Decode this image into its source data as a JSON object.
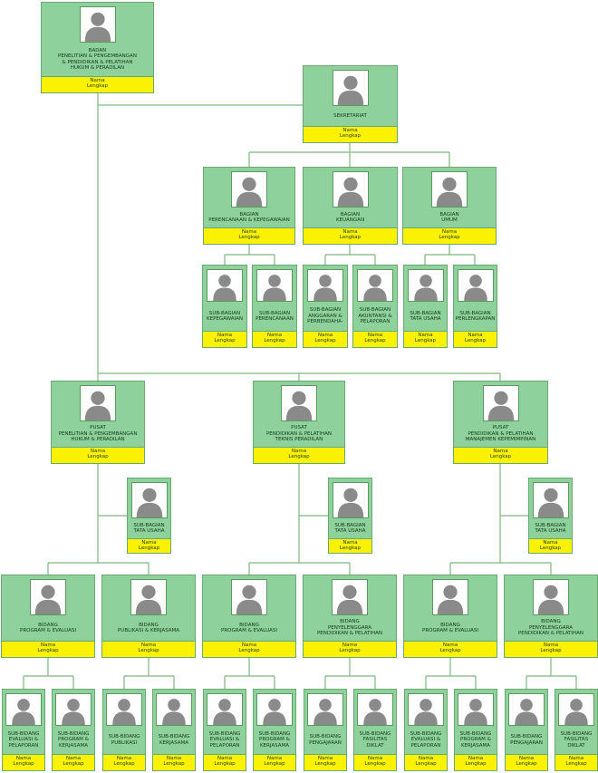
{
  "colors": {
    "box": "#8fd19c",
    "border": "#6aa86f",
    "name_band": "#fbf203",
    "line": "#7cb87f",
    "avatar": "#8a8a8a"
  },
  "icon": "person-silhouette-icon",
  "name_placeholder": "Nama\nLengkap",
  "boxes": [
    {
      "id": "badan",
      "title": "BADAN\nPENELITIAN & PENGEMBANGAN\n& PENDIDIKAN & PELATIHAN\nHUKUM & PERADILAN",
      "name": "Nama\nLengkap"
    },
    {
      "id": "sekretariat",
      "title": "SEKRETARIAT",
      "name": "Nama\nLengkap"
    },
    {
      "id": "bagian-perencanaan",
      "title": "BAGIAN\nPERENCANAAN & KEPEGAWAIAN",
      "name": "Nama\nLengkap"
    },
    {
      "id": "bagian-keuangan",
      "title": "BAGIAN\nKEUANGAN",
      "name": "Nama\nLengkap"
    },
    {
      "id": "bagian-umum",
      "title": "BAGIAN\nUMUM",
      "name": "Nama\nLengkap"
    },
    {
      "id": "sb-kepegawaian",
      "title": "SUB-BAGIAN\nKEPEGAWAIAN",
      "name": "Nama\nLengkap"
    },
    {
      "id": "sb-perencanaan",
      "title": "SUB-BAGIAN\nPERENCANAAN",
      "name": "Nama\nLengkap"
    },
    {
      "id": "sb-anggaran",
      "title": "SUB-BAGIAN\nANGGARAN &\nPERBENDAHA-",
      "name": "Nama\nLengkap"
    },
    {
      "id": "sb-akuntansi",
      "title": "SUB-BAGIAN\nAKUNTANSI &\nPELAPORAN",
      "name": "Nama\nLengkap"
    },
    {
      "id": "sb-tatausaha",
      "title": "SUB-BAGIAN\nTATA USAHA",
      "name": "Nama\nLengkap"
    },
    {
      "id": "sb-perlengkapan",
      "title": "SUB-BAGIAN\nPERLENGKAPAN",
      "name": "Nama\nLengkap"
    },
    {
      "id": "pusat-litbang",
      "title": "PUSAT\nPENELITIAN & PENGEMBANGAN\nHUKUM & PERADILAN",
      "name": "Nama\nLengkap"
    },
    {
      "id": "pusat-diklat-teknis",
      "title": "PUSAT\nPENDIDIKAN & PELATIHAN\nTEKNIS PERADILAN",
      "name": "Nama\nLengkap"
    },
    {
      "id": "pusat-diklat-manajemen",
      "title": "PUSAT\nPENDIDIKAN & PELATIHAN\nMANAJEMEN KEPEMIMPINAN",
      "name": "Nama\nLengkap"
    },
    {
      "id": "tu-1",
      "title": "SUB-BAGIAN\nTATA USAHA",
      "name": "Nama\nLengkap"
    },
    {
      "id": "tu-2",
      "title": "SUB-BAGIAN\nTATA USAHA",
      "name": "Nama\nLengkap"
    },
    {
      "id": "tu-3",
      "title": "SUB-BAGIAN\nTATA USAHA",
      "name": "Nama\nLengkap"
    },
    {
      "id": "bid-1",
      "title": "BIDANG\nPROGRAM & EVALUASI",
      "name": "Nama\nLengkap"
    },
    {
      "id": "bid-2",
      "title": "BIDANG\nPUBLIKASI & KERJASAMA",
      "name": "Nama\nLengkap"
    },
    {
      "id": "bid-3",
      "title": "BIDANG\nPROGRAM & EVALUASI",
      "name": "Nama\nLengkap"
    },
    {
      "id": "bid-4",
      "title": "BIDANG\nPENYELENGGARA\nPENDIDIKAN & PELATIHAN",
      "name": "Nama\nLengkap"
    },
    {
      "id": "bid-5",
      "title": "BIDANG\nPROGRAM & EVALUASI",
      "name": "Nama\nLengkap"
    },
    {
      "id": "bid-6",
      "title": "BIDANG\nPENYELENGGARA\nPENDIDIKAN & PELATIHAN",
      "name": "Nama\nLengkap"
    },
    {
      "id": "sbd-1",
      "title": "SUB-BIDANG\nEVALUASI &\nPELAPORAN",
      "name": "Nama\nLengkap"
    },
    {
      "id": "sbd-2",
      "title": "SUB-BIDANG\nPROGRAM &\nKERJASAMA",
      "name": "Nama\nLengkap"
    },
    {
      "id": "sbd-3",
      "title": "SUB-BIDANG\nPUBLIKASI",
      "name": "Nama\nLengkap"
    },
    {
      "id": "sbd-4",
      "title": "SUB-BIDANG\nKERJASAMA",
      "name": "Nama\nLengkap"
    },
    {
      "id": "sbd-5",
      "title": "SUB-BIDANG\nEVALUASI &\nPELAPORAN",
      "name": "Nama\nLengkap"
    },
    {
      "id": "sbd-6",
      "title": "SUB-BIDANG\nPROGRAM &\nKERJASAMA",
      "name": "Nama\nLengkap"
    },
    {
      "id": "sbd-7",
      "title": "SUB-BIDANG\nPENGAJARAN",
      "name": "Nama\nLengkap"
    },
    {
      "id": "sbd-8",
      "title": "SUB-BIDANG\nFASILITAS\nDIKLAT",
      "name": "Nama\nLengkap"
    },
    {
      "id": "sbd-9",
      "title": "SUB-BIDANG\nEVALUASI &\nPELAPORAN",
      "name": "Nama\nLengkap"
    },
    {
      "id": "sbd-10",
      "title": "SUB-BIDANG\nPROGRAM &\nKERJASAMA",
      "name": "Nama\nLengkap"
    },
    {
      "id": "sbd-11",
      "title": "SUB-BIDANG\nPENGAJARAN",
      "name": "Nama\nLengkap"
    },
    {
      "id": "sbd-12",
      "title": "SUB-BIDANG\nFASILITAS\nDIKLAT",
      "name": "Nama\nLengkap"
    }
  ]
}
